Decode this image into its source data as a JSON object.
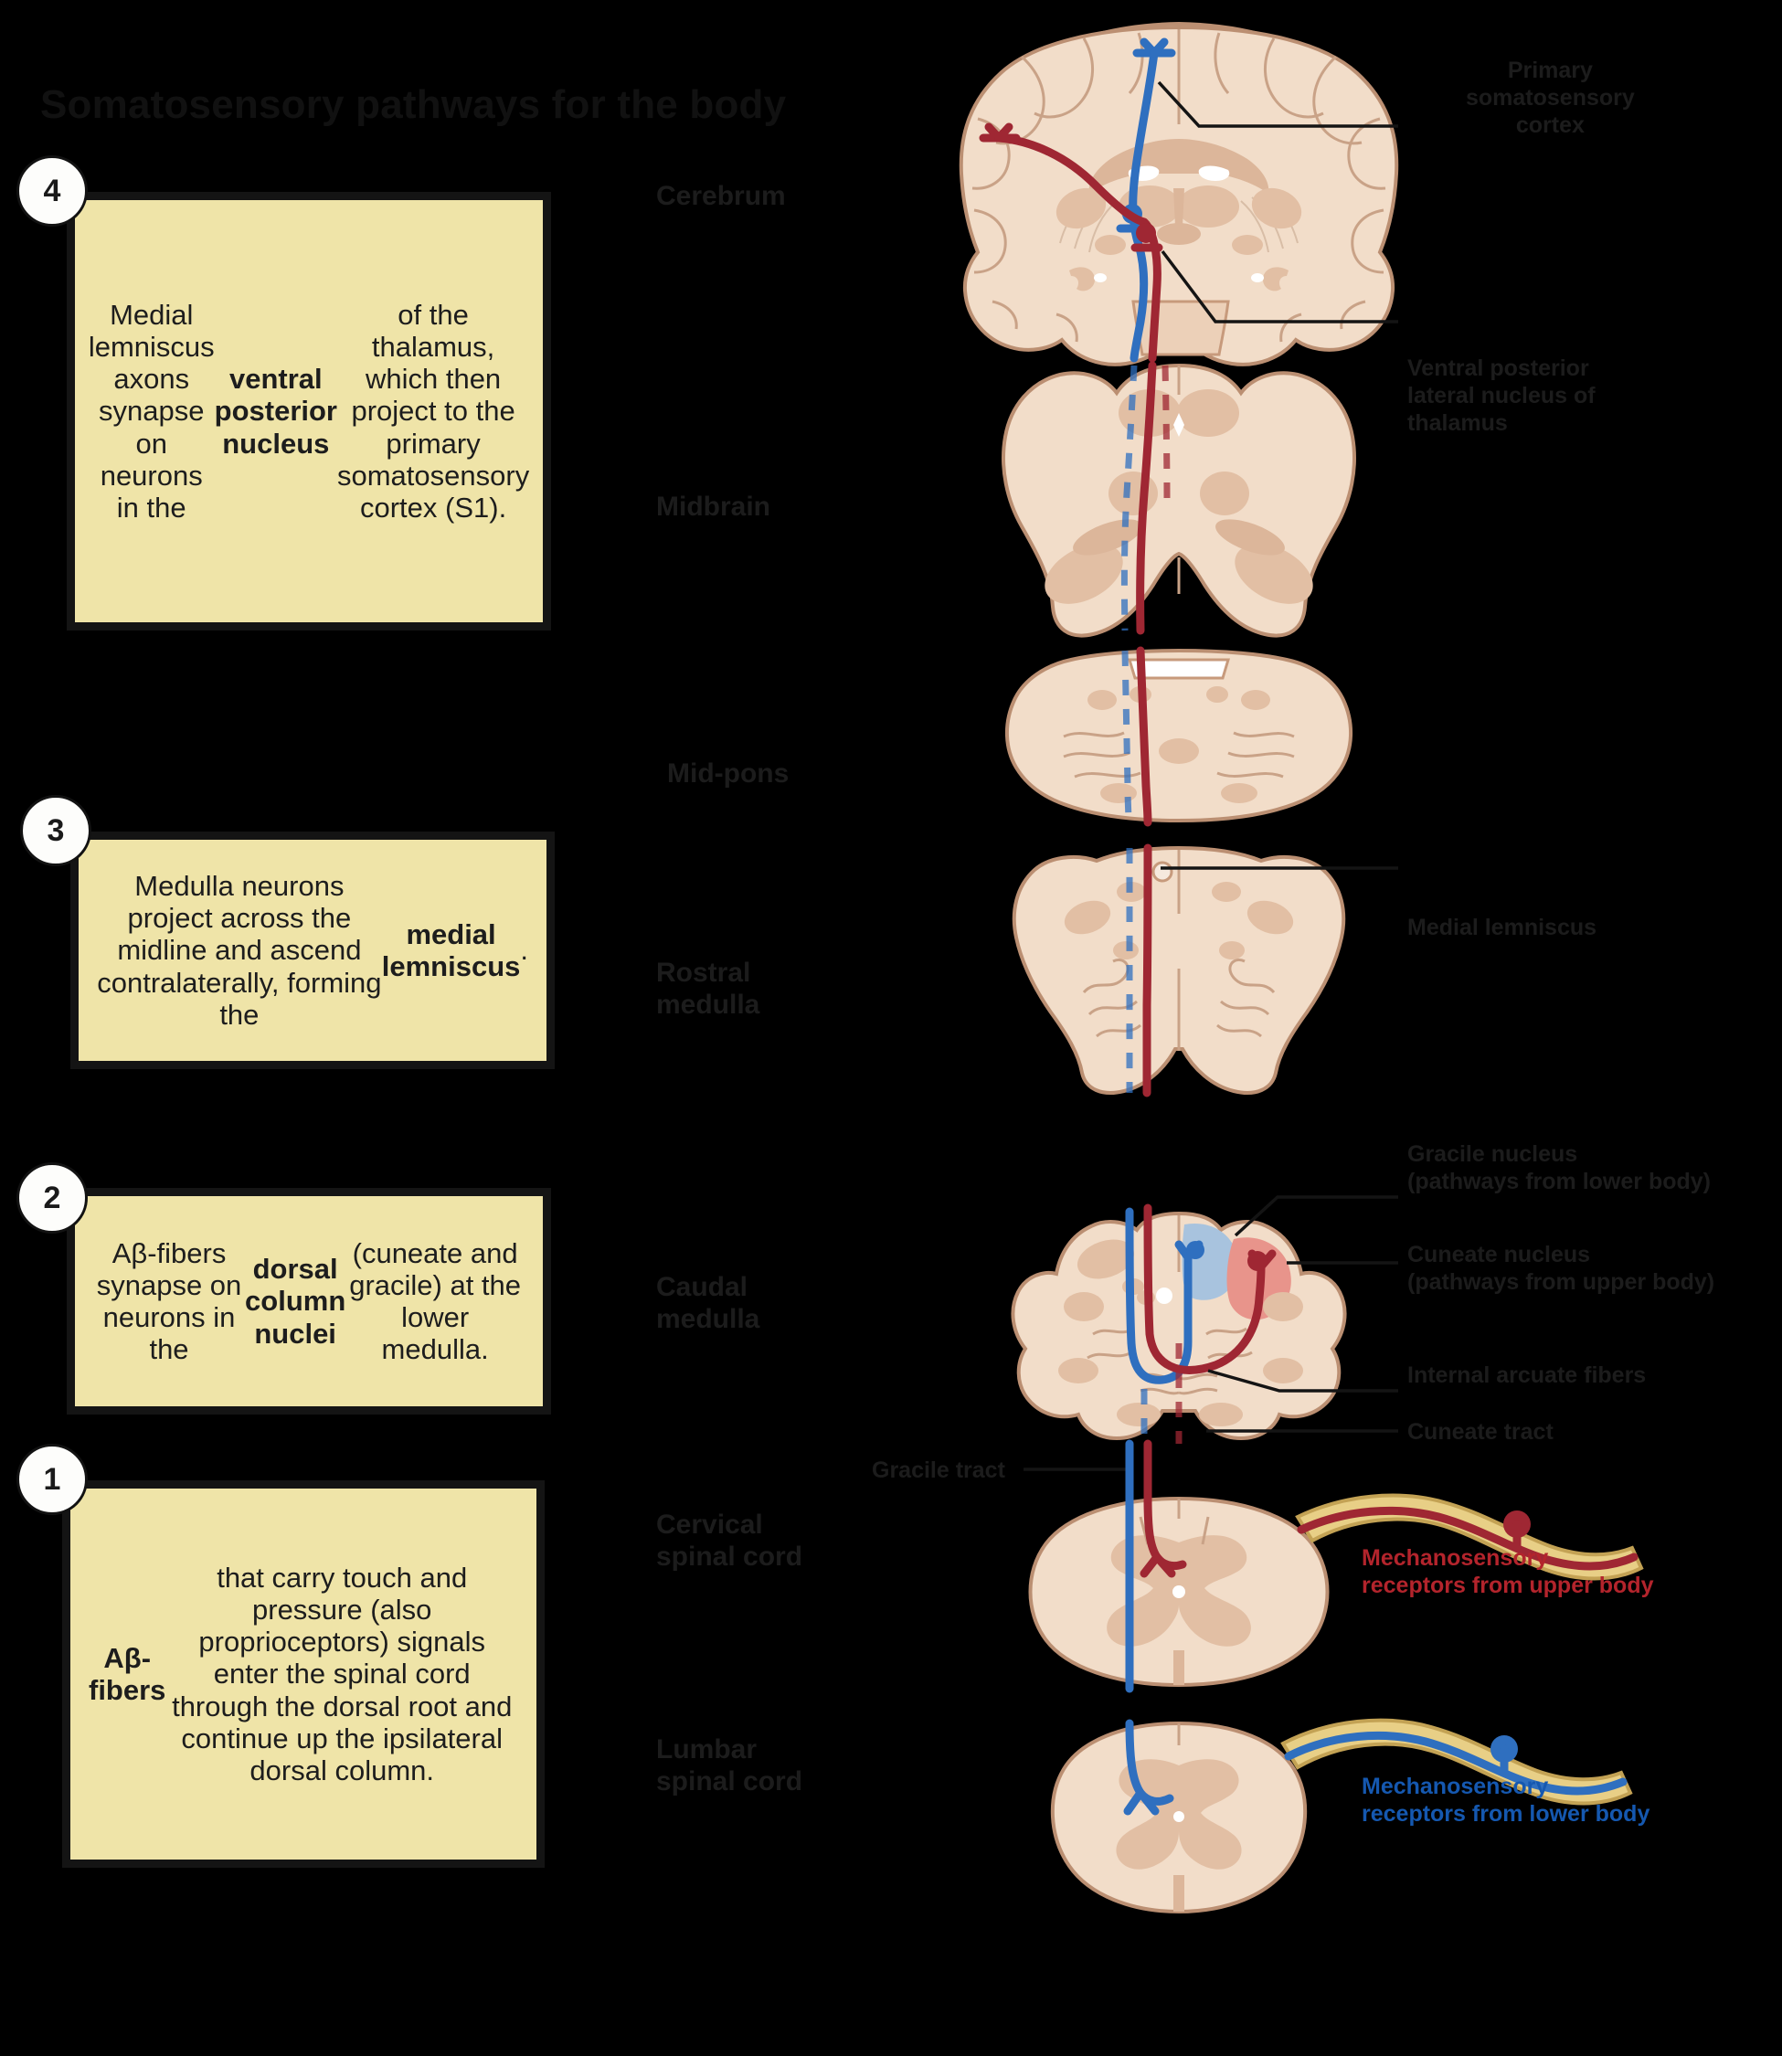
{
  "title": "Somatosensory pathways for the body",
  "steps": [
    {
      "number": "4",
      "html": "Medial lemniscus axons synapse on neurons in the <b>ventral posterior nucleus</b> of the thalamus, which then project to the primary somatosensory cortex (S1)."
    },
    {
      "number": "3",
      "html": "Medulla neurons project across the midline and ascend contralaterally, forming the <b>medial lemniscus</b>."
    },
    {
      "number": "2",
      "html": "Aβ-fibers synapse on neurons in the <b>dorsal column nuclei</b> (cuneate and gracile) at the lower medulla."
    },
    {
      "number": "1",
      "html": "<b>Aβ-fibers</b> that carry touch and pressure (also proprioceptors) signals enter the spinal cord through the dorsal root and continue up the ipsilateral dorsal column."
    }
  ],
  "region_labels": [
    {
      "text": "Cerebrum"
    },
    {
      "text": "Midbrain"
    },
    {
      "text": "Mid-pons"
    },
    {
      "text": "Rostral\nmedulla"
    },
    {
      "text": "Caudal\nmedulla"
    },
    {
      "text": "Cervical\nspinal cord"
    },
    {
      "text": "Lumbar\nspinal cord"
    }
  ],
  "leader_labels": [
    {
      "text": "Primary\nsomatosensory\ncortex"
    },
    {
      "text": "Ventral posterior\nlateral nucleus of\nthalamus"
    },
    {
      "text": "Medial lemniscus"
    },
    {
      "text": "Gracile nucleus\n(pathways from lower body)"
    },
    {
      "text": "Cuneate nucleus\n(pathways from upper body)"
    },
    {
      "text": "Internal arcuate fibers"
    },
    {
      "text": "Cuneate tract"
    },
    {
      "text": "Gracile tract"
    },
    {
      "text": "Mechanosensory\nreceptors from upper body"
    },
    {
      "text": "Mechanosensory\nreceptors from lower body"
    }
  ],
  "colors": {
    "upper_body_pathway": "#9f2733",
    "lower_body_pathway": "#2f6fbf",
    "callout_fill": "#efe4a8",
    "callout_border": "#141414",
    "tissue_fill": "#f2ddc9",
    "tissue_outline": "#c29a7e",
    "tissue_inner": "#e3c3a8",
    "nerve_fill": "#e8cf86",
    "cuneate_nucleus": "#e8948b",
    "gracile_nucleus": "#a8c3de"
  }
}
